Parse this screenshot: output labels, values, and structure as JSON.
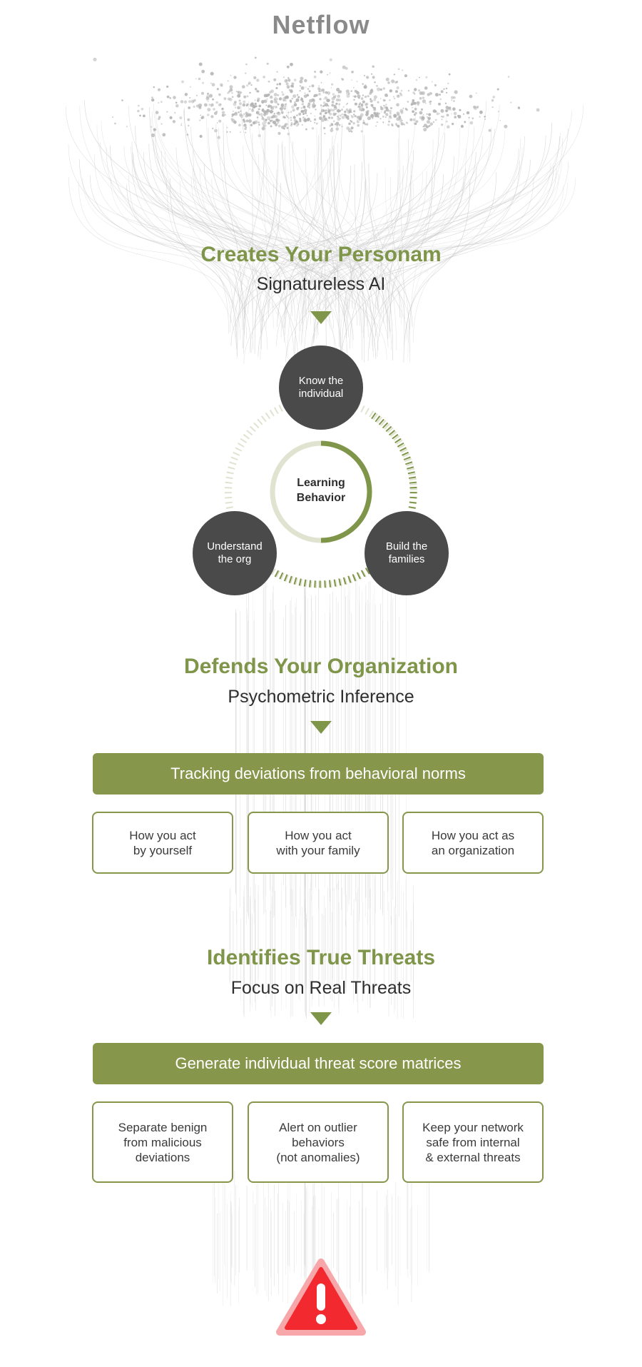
{
  "title": "Netflow",
  "colors": {
    "accent": "#7f9549",
    "node": "#4a4a4a",
    "alert": "#f22a2f"
  },
  "sections": [
    {
      "heading": "Creates Your Personam",
      "subheading": "Signatureless AI"
    },
    {
      "heading": "Defends Your Organization",
      "subheading": "Psychometric Inference"
    },
    {
      "heading": "Identifies True Threats",
      "subheading": "Focus on Real Threats"
    }
  ],
  "cycle": {
    "center": "Learning\nBehavior",
    "nodes": [
      "Know the\nindividual",
      "Understand\nthe org",
      "Build the\nfamilies"
    ]
  },
  "tracking": {
    "bar": "Tracking deviations from behavioral norms",
    "cards": [
      "How you act\nby yourself",
      "How you act\nwith your family",
      "How you act as\nan organization"
    ]
  },
  "threats": {
    "bar": "Generate individual threat score matrices",
    "cards": [
      "Separate benign\nfrom malicious\ndeviations",
      "Alert on outlier\nbehaviors\n(not anomalies)",
      "Keep your network\nsafe from internal\n& external threats"
    ]
  },
  "alert_icon": "warning-triangle-icon"
}
